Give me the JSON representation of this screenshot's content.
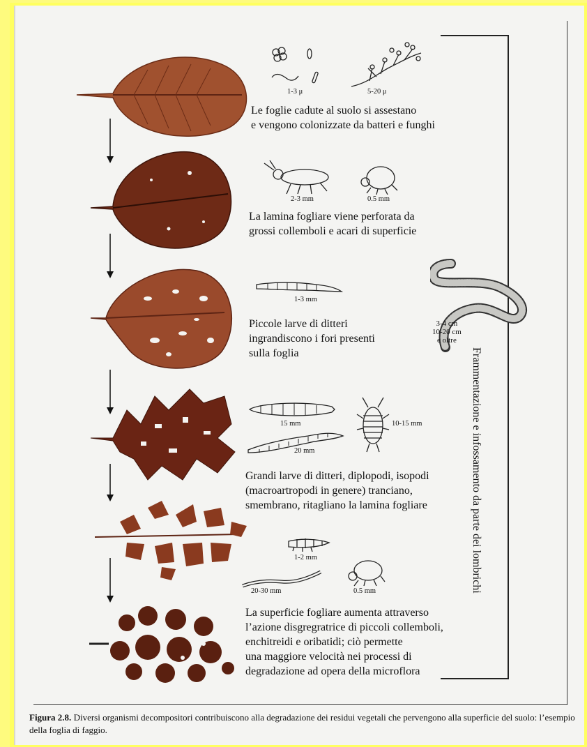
{
  "side_label": "Frammentazione e infossamento da parte dei lombrichi",
  "stages": [
    {
      "lines": [
        "Le foglie cadute al suolo si assestano",
        "e vengono colonizzate da batteri e funghi"
      ],
      "sizes": [
        "1-3 μ",
        "5-20 μ"
      ]
    },
    {
      "lines": [
        "La lamina fogliare viene perforata da",
        "grossi collemboli e acari di superficie"
      ],
      "sizes": [
        "2-3 mm",
        "0.5 mm"
      ]
    },
    {
      "lines": [
        "Piccole larve di ditteri",
        "ingrandiscono i fori presenti",
        "sulla foglia"
      ],
      "sizes": [
        "1-3 mm"
      ]
    },
    {
      "lines": [
        "Grandi larve di ditteri, diplopodi, isopodi",
        "(macroartropodi in genere) tranciano,",
        "smembrano, ritagliano la lamina fogliare"
      ],
      "sizes": [
        "15 mm",
        "20 mm",
        "10-15 mm"
      ]
    },
    {
      "lines": [
        "La superficie fogliare aumenta attraverso",
        "l’azione disgregratrice di piccoli collemboli,",
        "enchitreidi e oribatidi; ciò permette",
        "una maggiore velocità nei processi di",
        "degradazione ad opera della microflora"
      ],
      "sizes": [
        "1-2 mm",
        "20-30 mm",
        "0.5 mm"
      ]
    }
  ],
  "earthworm_sizes": [
    "3-4 cm",
    "10-20 cm",
    "e oltre"
  ],
  "caption": {
    "label": "Figura 2.8.",
    "text": "Diversi organismi decompositori contribuiscono alla degradazione dei residui vegetali che pervengono alla superficie del suolo: l’esempio della foglia di faggio."
  },
  "colors": {
    "leaf": "#9a4a2c",
    "leaf_dark": "#5e2414",
    "background": "#f4f4f2",
    "frame": "#ffff60"
  }
}
